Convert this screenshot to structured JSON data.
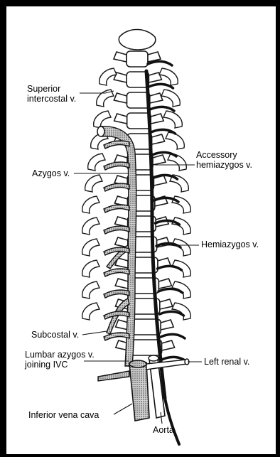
{
  "colors": {
    "border": "#000000",
    "ink": "#1a1a1a",
    "vein_fill": "#bdbdbd",
    "paper": "#ffffff"
  },
  "labels": {
    "superior_intercostal": [
      "Superior",
      "intercostal v."
    ],
    "azygos": "Azygos v.",
    "accessory_hemiazygos": [
      "Accessory",
      "hemiazygos v."
    ],
    "hemiazygos": "Hemiazygos v.",
    "subcostal": "Subcostal v.",
    "lumbar_azygos": [
      "Lumbar azygos v.",
      "joining IVC"
    ],
    "left_renal": "Left renal v.",
    "inferior_vena_cava": "Inferior vena cava",
    "aorta": "Aorta"
  }
}
